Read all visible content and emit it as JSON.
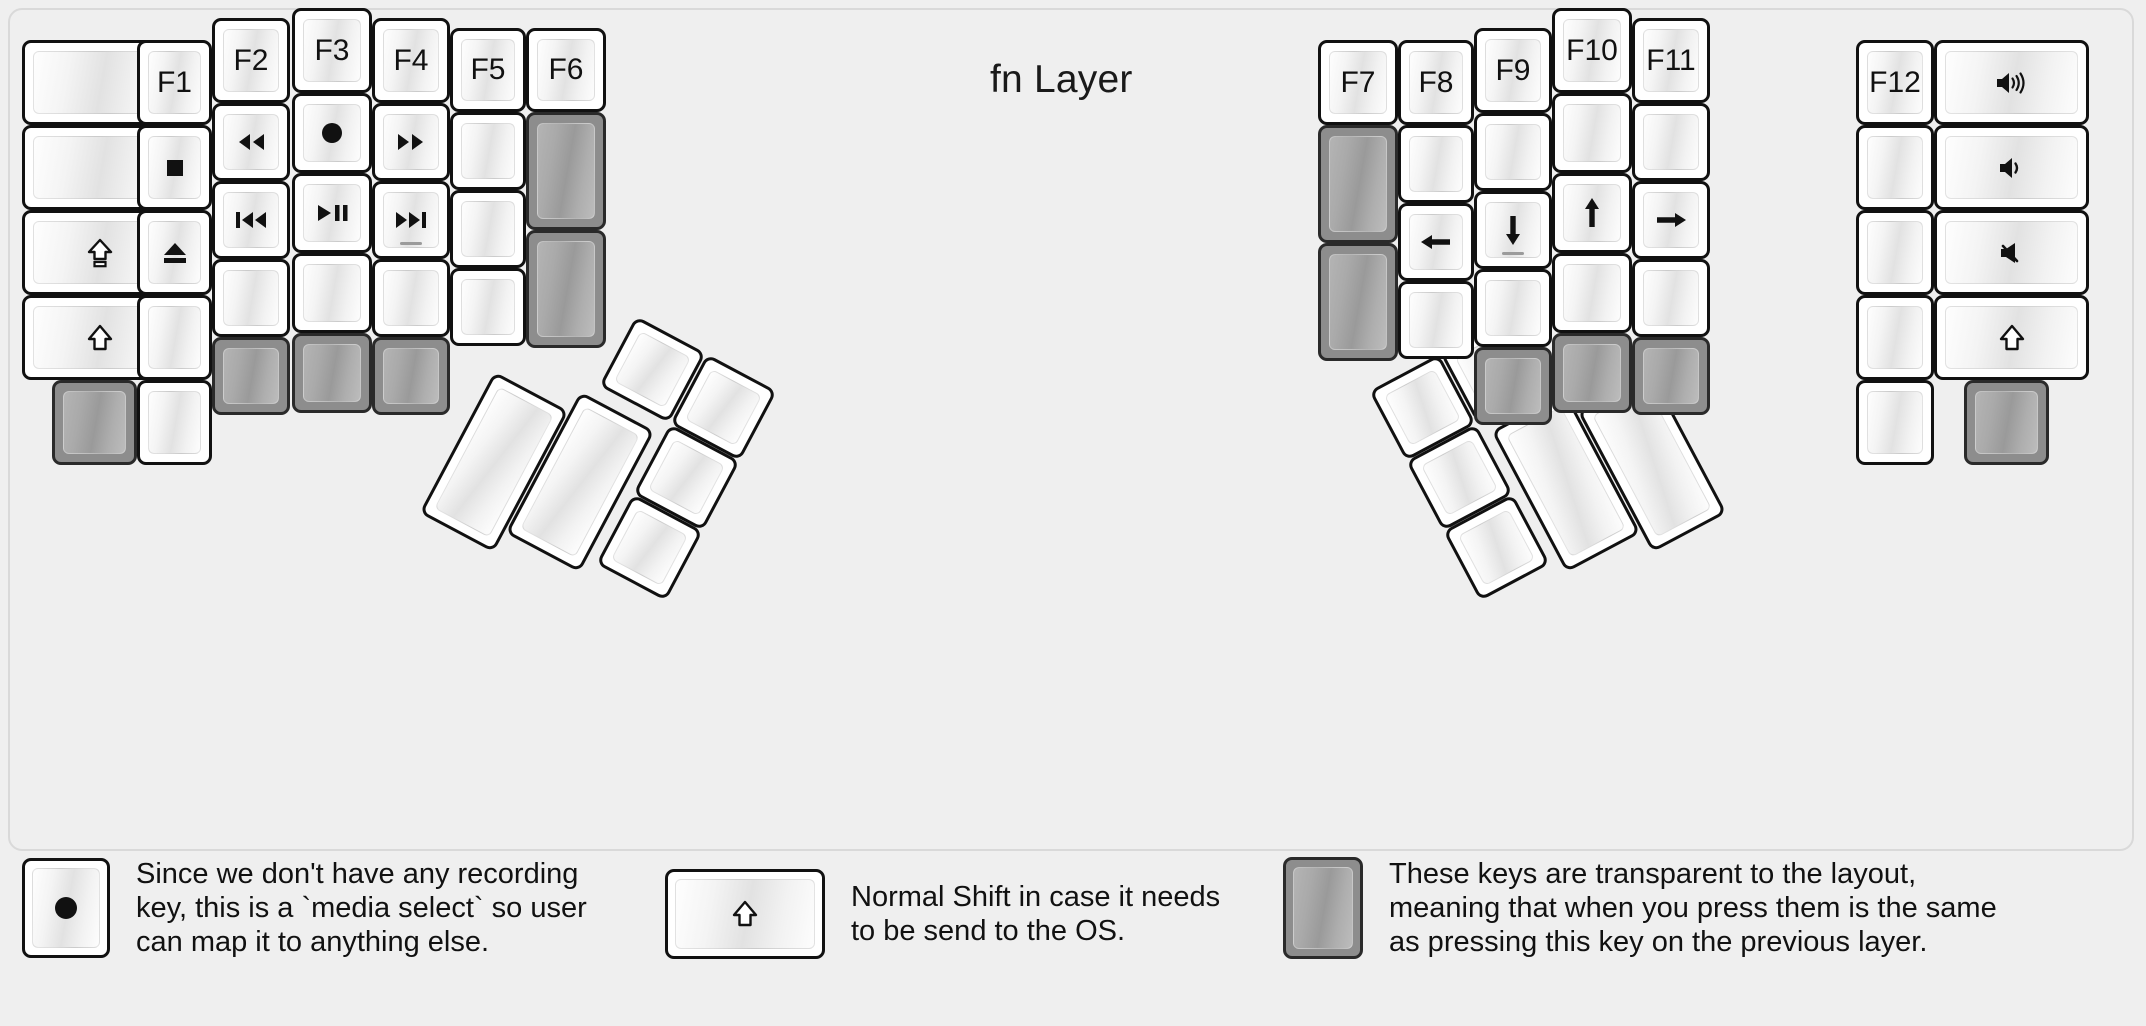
{
  "title": "fn Layer",
  "colors": {
    "background": "#efefef",
    "key_face": "#ffffff",
    "key_outline": "#111111",
    "transparent_key": "#8d8d8d",
    "text": "#111111"
  },
  "keyboard": {
    "name": "split ergonomic keyboard fn layer",
    "left_half": {
      "columns": [
        {
          "name": "col-outer",
          "keys": [
            {
              "label": "",
              "icon": "blank",
              "transparent": false
            },
            {
              "label": "",
              "icon": "blank",
              "transparent": false
            },
            {
              "label": "",
              "icon": "caps-lock-icon",
              "transparent": false
            },
            {
              "label": "",
              "icon": "shift-icon",
              "transparent": false
            },
            {
              "label": "",
              "icon": "blank",
              "transparent": true
            }
          ]
        },
        {
          "name": "col-pinky",
          "keys": [
            {
              "label": "F1",
              "icon": "",
              "transparent": false
            },
            {
              "label": "",
              "icon": "media-stop-icon",
              "transparent": false
            },
            {
              "label": "",
              "icon": "media-eject-icon",
              "transparent": false
            },
            {
              "label": "",
              "icon": "blank",
              "transparent": false
            },
            {
              "label": "",
              "icon": "blank",
              "transparent": false
            }
          ]
        },
        {
          "name": "col-ring",
          "keys": [
            {
              "label": "F2",
              "icon": "",
              "transparent": false
            },
            {
              "label": "",
              "icon": "media-rewind-icon",
              "transparent": false
            },
            {
              "label": "",
              "icon": "media-prev-track-icon",
              "transparent": false
            },
            {
              "label": "",
              "icon": "blank",
              "transparent": false
            },
            {
              "label": "",
              "icon": "blank",
              "transparent": true
            }
          ]
        },
        {
          "name": "col-middle",
          "keys": [
            {
              "label": "F3",
              "icon": "",
              "transparent": false
            },
            {
              "label": "",
              "icon": "media-record-icon",
              "transparent": false
            },
            {
              "label": "",
              "icon": "media-play-pause-icon",
              "transparent": false
            },
            {
              "label": "",
              "icon": "blank",
              "transparent": false
            },
            {
              "label": "",
              "icon": "blank",
              "transparent": true
            }
          ]
        },
        {
          "name": "col-index",
          "keys": [
            {
              "label": "F4",
              "icon": "",
              "transparent": false
            },
            {
              "label": "",
              "icon": "media-fast-forward-icon",
              "transparent": false
            },
            {
              "label": "",
              "icon": "media-next-track-icon",
              "transparent": false,
              "homing": true
            },
            {
              "label": "",
              "icon": "blank",
              "transparent": false
            },
            {
              "label": "",
              "icon": "blank",
              "transparent": true
            }
          ]
        },
        {
          "name": "col-inner-1",
          "keys": [
            {
              "label": "F5",
              "icon": "",
              "transparent": false
            },
            {
              "label": "",
              "icon": "blank",
              "transparent": false
            },
            {
              "label": "",
              "icon": "blank",
              "transparent": false
            },
            {
              "label": "",
              "icon": "blank",
              "transparent": false
            }
          ]
        },
        {
          "name": "col-inner-2",
          "keys": [
            {
              "label": "F6",
              "icon": "",
              "transparent": false
            },
            {
              "label": "",
              "icon": "blank",
              "transparent": true,
              "tall": true
            },
            {
              "label": "",
              "icon": "blank",
              "transparent": true,
              "tall": true
            }
          ]
        }
      ],
      "thumb_cluster": {
        "name": "left-thumb-cluster",
        "keys": [
          {
            "label": "",
            "icon": "blank",
            "size": "2u",
            "transparent": false
          },
          {
            "label": "",
            "icon": "blank",
            "size": "2u",
            "transparent": false
          },
          {
            "label": "",
            "icon": "blank",
            "size": "1u",
            "transparent": false
          },
          {
            "label": "",
            "icon": "blank",
            "size": "1u",
            "transparent": false
          },
          {
            "label": "",
            "icon": "blank",
            "size": "1u",
            "transparent": false
          },
          {
            "label": "",
            "icon": "blank",
            "size": "1u",
            "transparent": false
          }
        ]
      }
    },
    "right_half": {
      "columns": [
        {
          "name": "col-inner-2",
          "keys": [
            {
              "label": "F7",
              "icon": "",
              "transparent": false
            },
            {
              "label": "",
              "icon": "blank",
              "transparent": true,
              "tall": true
            },
            {
              "label": "",
              "icon": "blank",
              "transparent": true,
              "tall": true
            }
          ]
        },
        {
          "name": "col-inner-1",
          "keys": [
            {
              "label": "F8",
              "icon": "",
              "transparent": false
            },
            {
              "label": "",
              "icon": "blank",
              "transparent": false
            },
            {
              "label": "",
              "icon": "arrow-left-icon",
              "transparent": false
            },
            {
              "label": "",
              "icon": "blank",
              "transparent": false
            }
          ]
        },
        {
          "name": "col-index",
          "keys": [
            {
              "label": "F9",
              "icon": "",
              "transparent": false
            },
            {
              "label": "",
              "icon": "blank",
              "transparent": false
            },
            {
              "label": "",
              "icon": "arrow-down-icon",
              "transparent": false,
              "homing": true
            },
            {
              "label": "",
              "icon": "blank",
              "transparent": false
            },
            {
              "label": "",
              "icon": "blank",
              "transparent": true
            }
          ]
        },
        {
          "name": "col-middle",
          "keys": [
            {
              "label": "F10",
              "icon": "",
              "transparent": false
            },
            {
              "label": "",
              "icon": "blank",
              "transparent": false
            },
            {
              "label": "",
              "icon": "arrow-up-icon",
              "transparent": false
            },
            {
              "label": "",
              "icon": "blank",
              "transparent": false
            },
            {
              "label": "",
              "icon": "blank",
              "transparent": true
            }
          ]
        },
        {
          "name": "col-ring",
          "keys": [
            {
              "label": "F11",
              "icon": "",
              "transparent": false
            },
            {
              "label": "",
              "icon": "blank",
              "transparent": false
            },
            {
              "label": "",
              "icon": "arrow-right-icon",
              "transparent": false
            },
            {
              "label": "",
              "icon": "blank",
              "transparent": false
            },
            {
              "label": "",
              "icon": "blank",
              "transparent": true
            }
          ]
        },
        {
          "name": "col-pinky",
          "keys": [
            {
              "label": "F12",
              "icon": "",
              "transparent": false
            },
            {
              "label": "",
              "icon": "blank",
              "transparent": false
            },
            {
              "label": "",
              "icon": "blank",
              "transparent": false
            },
            {
              "label": "",
              "icon": "blank",
              "transparent": false
            },
            {
              "label": "",
              "icon": "blank",
              "transparent": false
            }
          ]
        },
        {
          "name": "col-outer",
          "keys": [
            {
              "label": "",
              "icon": "volume-up-icon",
              "transparent": false
            },
            {
              "label": "",
              "icon": "volume-down-icon",
              "transparent": false
            },
            {
              "label": "",
              "icon": "volume-mute-icon",
              "transparent": false
            },
            {
              "label": "",
              "icon": "shift-icon",
              "transparent": false
            },
            {
              "label": "",
              "icon": "blank",
              "transparent": true
            }
          ]
        }
      ],
      "thumb_cluster": {
        "name": "right-thumb-cluster",
        "keys": [
          {
            "label": "",
            "icon": "blank",
            "size": "2u",
            "transparent": false
          },
          {
            "label": "",
            "icon": "blank",
            "size": "2u",
            "transparent": false
          },
          {
            "label": "",
            "icon": "blank",
            "size": "1u",
            "transparent": false
          },
          {
            "label": "",
            "icon": "blank",
            "size": "1u",
            "transparent": false
          },
          {
            "label": "",
            "icon": "blank",
            "size": "1u",
            "transparent": false
          },
          {
            "label": "",
            "icon": "blank",
            "size": "1u",
            "transparent": false
          }
        ]
      }
    }
  },
  "legend": [
    {
      "icon": "media-record-icon",
      "key_style": "normal",
      "text": "Since we don't have any recording\nkey, this is a `media select` so user\ncan map it to anything else."
    },
    {
      "icon": "shift-icon",
      "key_style": "normal",
      "text": "Normal Shift in case it needs\nto be send to the OS."
    },
    {
      "icon": "blank",
      "key_style": "transparent",
      "text": "These keys are transparent to the layout,\nmeaning that when you press them is the same\nas pressing this key on the previous layer."
    }
  ]
}
